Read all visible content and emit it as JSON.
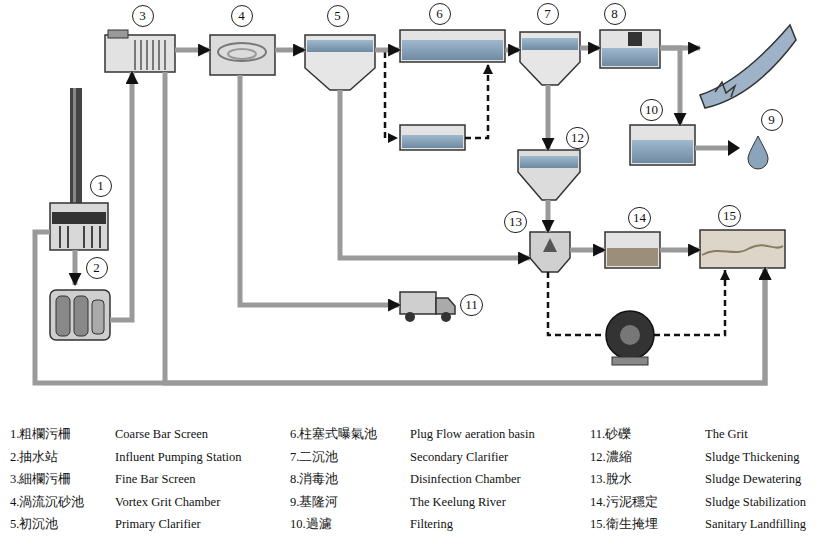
{
  "diagram": {
    "nodes": [
      {
        "text": [
          "1"
        ]
      },
      {
        "text": [
          "2"
        ]
      },
      {
        "text": [
          "3"
        ]
      },
      {
        "text": [
          "4"
        ]
      },
      {
        "text": [
          "5"
        ]
      },
      {
        "text": [
          "6"
        ]
      },
      {
        "text": [
          "7"
        ]
      },
      {
        "text": [
          "8"
        ]
      },
      {
        "text": [
          "9"
        ]
      },
      {
        "text": [
          "10"
        ]
      },
      {
        "text": [
          "11"
        ]
      },
      {
        "text": [
          "12"
        ]
      },
      {
        "text": [
          "13"
        ]
      },
      {
        "text": [
          "14"
        ]
      },
      {
        "text": [
          "15"
        ]
      }
    ],
    "edges": [
      {
        "from": 0,
        "to": 1,
        "arrow": "to"
      },
      {
        "from": 1,
        "to": 2,
        "arrow": "to"
      },
      {
        "from": 2,
        "to": 3,
        "arrow": "to"
      },
      {
        "from": 3,
        "to": 4,
        "arrow": "to"
      },
      {
        "from": 4,
        "to": 5,
        "arrow": "to"
      },
      {
        "from": 5,
        "to": 6,
        "arrow": "to"
      },
      {
        "from": 6,
        "to": 7,
        "arrow": "to"
      },
      {
        "from": 7,
        "to": 8,
        "arrow": "to"
      },
      {
        "from": 7,
        "to": 9,
        "arrow": "to"
      },
      {
        "from": 6,
        "to": 11,
        "arrow": "to"
      },
      {
        "from": 11,
        "to": 12,
        "arrow": "to"
      },
      {
        "from": 12,
        "to": 13,
        "arrow": "to"
      },
      {
        "from": 13,
        "to": 14,
        "arrow": "to"
      },
      {
        "from": 3,
        "to": 10,
        "arrow": "to"
      },
      {
        "from": 4,
        "to": 12,
        "arrow": "to"
      },
      {
        "from": 2,
        "to": 14,
        "arrow": "to"
      },
      {
        "from": 0,
        "to": 14,
        "arrow": "to"
      }
    ],
    "labels": [
      "1.粗欄污柵",
      "Coarse Bar Screen",
      "2.抽水站",
      "Influent Pumping Station",
      "3.細欄污柵",
      "Fine Bar Screen",
      "4.渦流沉砂池",
      "Vortex Grit Chamber",
      "5.初沉池",
      "Primary Clarifier",
      "6.柱塞式曝氣池",
      "Plug Flow aeration basin",
      "7.二沉池",
      "Secondary Clarifier",
      "8.消毒池",
      "Disinfection Chamber",
      "9.基隆河",
      "The Keelung River",
      "10.過濾",
      "Filtering",
      "11.砂礫",
      "The Grit",
      "12.濃縮",
      "Sludge Thickening",
      "13.脫水",
      "Sludge Dewatering",
      "14.污泥穩定",
      "Sludge Stabilization",
      "15.衛生掩埋",
      "Sanitary Landfilling"
    ]
  }
}
